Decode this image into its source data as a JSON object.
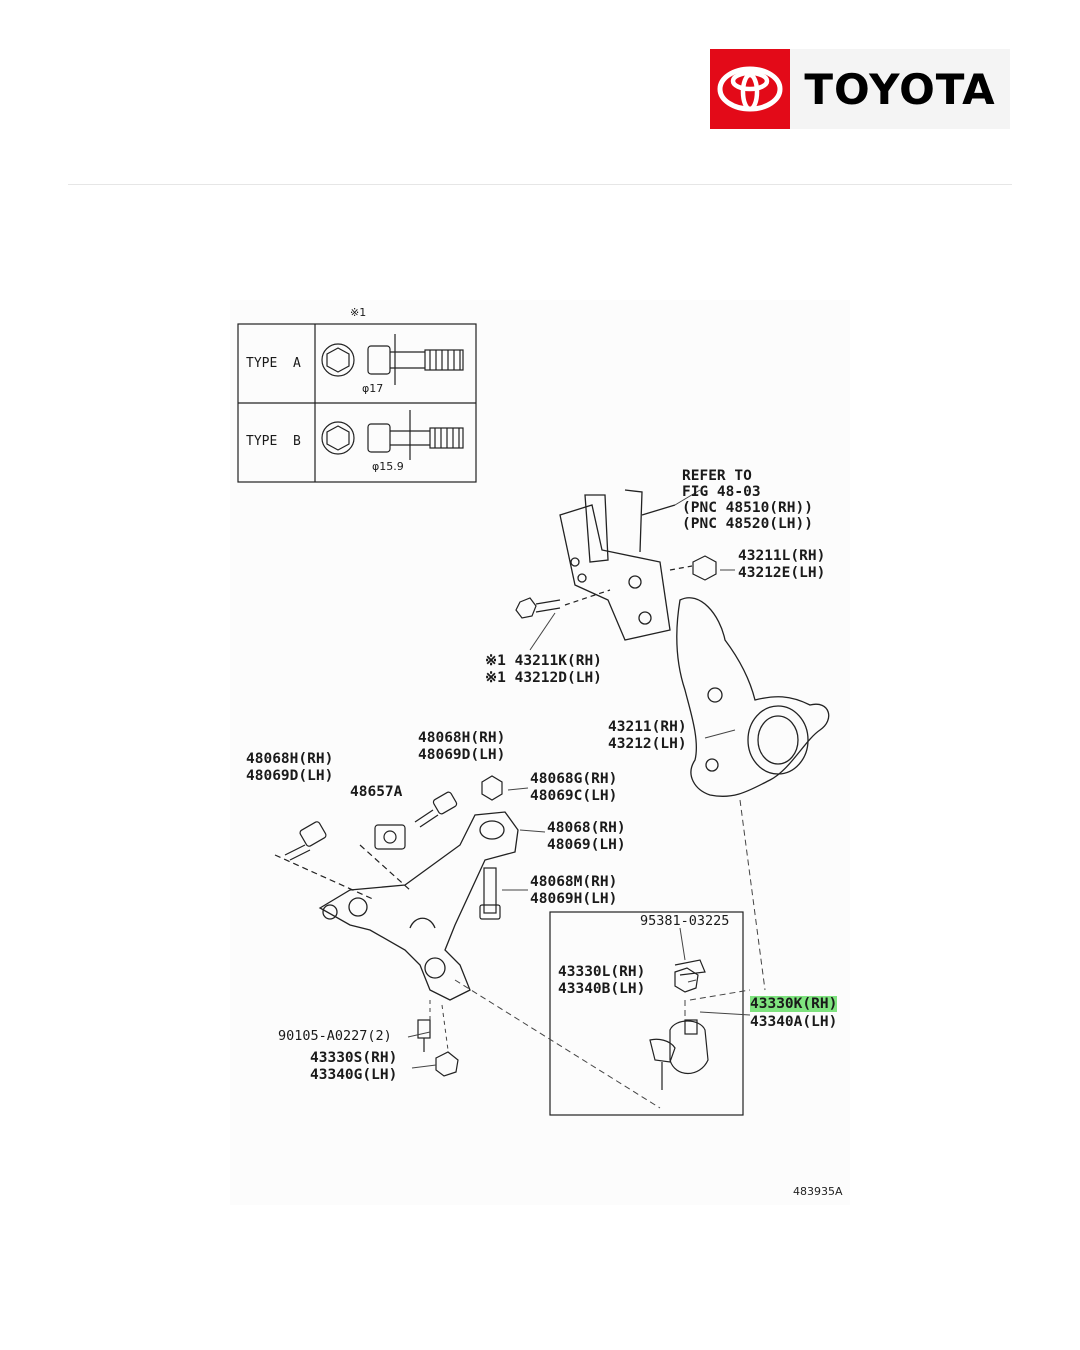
{
  "brand": {
    "name": "TOYOTA",
    "accent": "#e30a18"
  },
  "types": {
    "note": "※1",
    "a": {
      "label": "TYPE  A",
      "dia": "φ17"
    },
    "b": {
      "label": "TYPE  B",
      "dia": "φ15.9"
    }
  },
  "parts": {
    "refer": {
      "l1": "REFER TO",
      "l2": "FIG 48-03",
      "l3": "(PNC 48510(RH))",
      "l4": "(PNC 48520(LH))"
    },
    "nut_upper": {
      "rh": "43211L(RH)",
      "lh": "43212E(LH)"
    },
    "bolt_upper": {
      "rh": "※1 43211K(RH)",
      "lh": "※1 43212D(LH)"
    },
    "knuckle": {
      "rh": "43211(RH)",
      "lh": "43212(LH)"
    },
    "bolt_left": {
      "rh": "48068H(RH)",
      "lh": "48069D(LH)"
    },
    "bolt_mid": {
      "rh": "48068H(RH)",
      "lh": "48069D(LH)"
    },
    "bushing": {
      "code": "48657A"
    },
    "nut_mid": {
      "rh": "48068G(RH)",
      "lh": "48069C(LH)"
    },
    "arm": {
      "rh": "48068(RH)",
      "lh": "48069(LH)"
    },
    "bolt_arm": {
      "rh": "48068M(RH)",
      "lh": "48069H(LH)"
    },
    "cotter": {
      "code": "95381-03225"
    },
    "nut_ball": {
      "rh": "43330L(RH)",
      "lh": "43340B(LH)"
    },
    "ball_joint": {
      "rh": "43330K(RH)",
      "lh": "43340A(LH)"
    },
    "bolt_small": {
      "code": "90105-A0227(2)"
    },
    "nut_small": {
      "rh": "43330S(RH)",
      "lh": "43340G(LH)"
    }
  },
  "figure_id": "483935A"
}
